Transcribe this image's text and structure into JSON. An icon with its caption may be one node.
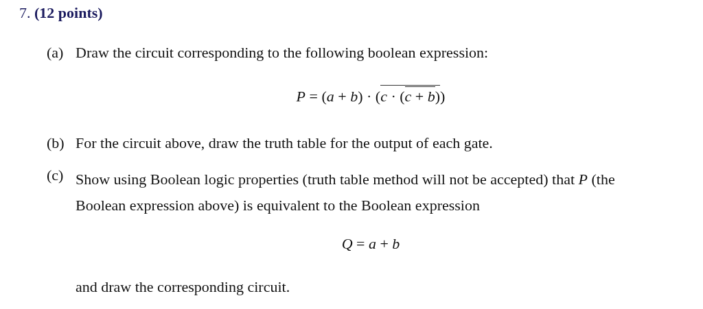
{
  "diagram": {
    "title": "7. **(12 points)**",
    "labels": [
      "(a)",
      "Draw the circuit corresponding to the following boolean expression:",
      "*P* = (*a* + *b*) · (",
      "*c* · (",
      "*c* + *b*",
      ")",
      ")",
      "(b)",
      "For the circuit above, draw the truth table for the output of each gate.",
      "(c)",
      "Show using Boolean logic properties (truth table method will not be accepted) that *P* (the Boolean expression above) is equivalent to the Boolean expression",
      "*Q* = *a* + *b*",
      "and draw the corresponding circuit."
    ]
  }
}
